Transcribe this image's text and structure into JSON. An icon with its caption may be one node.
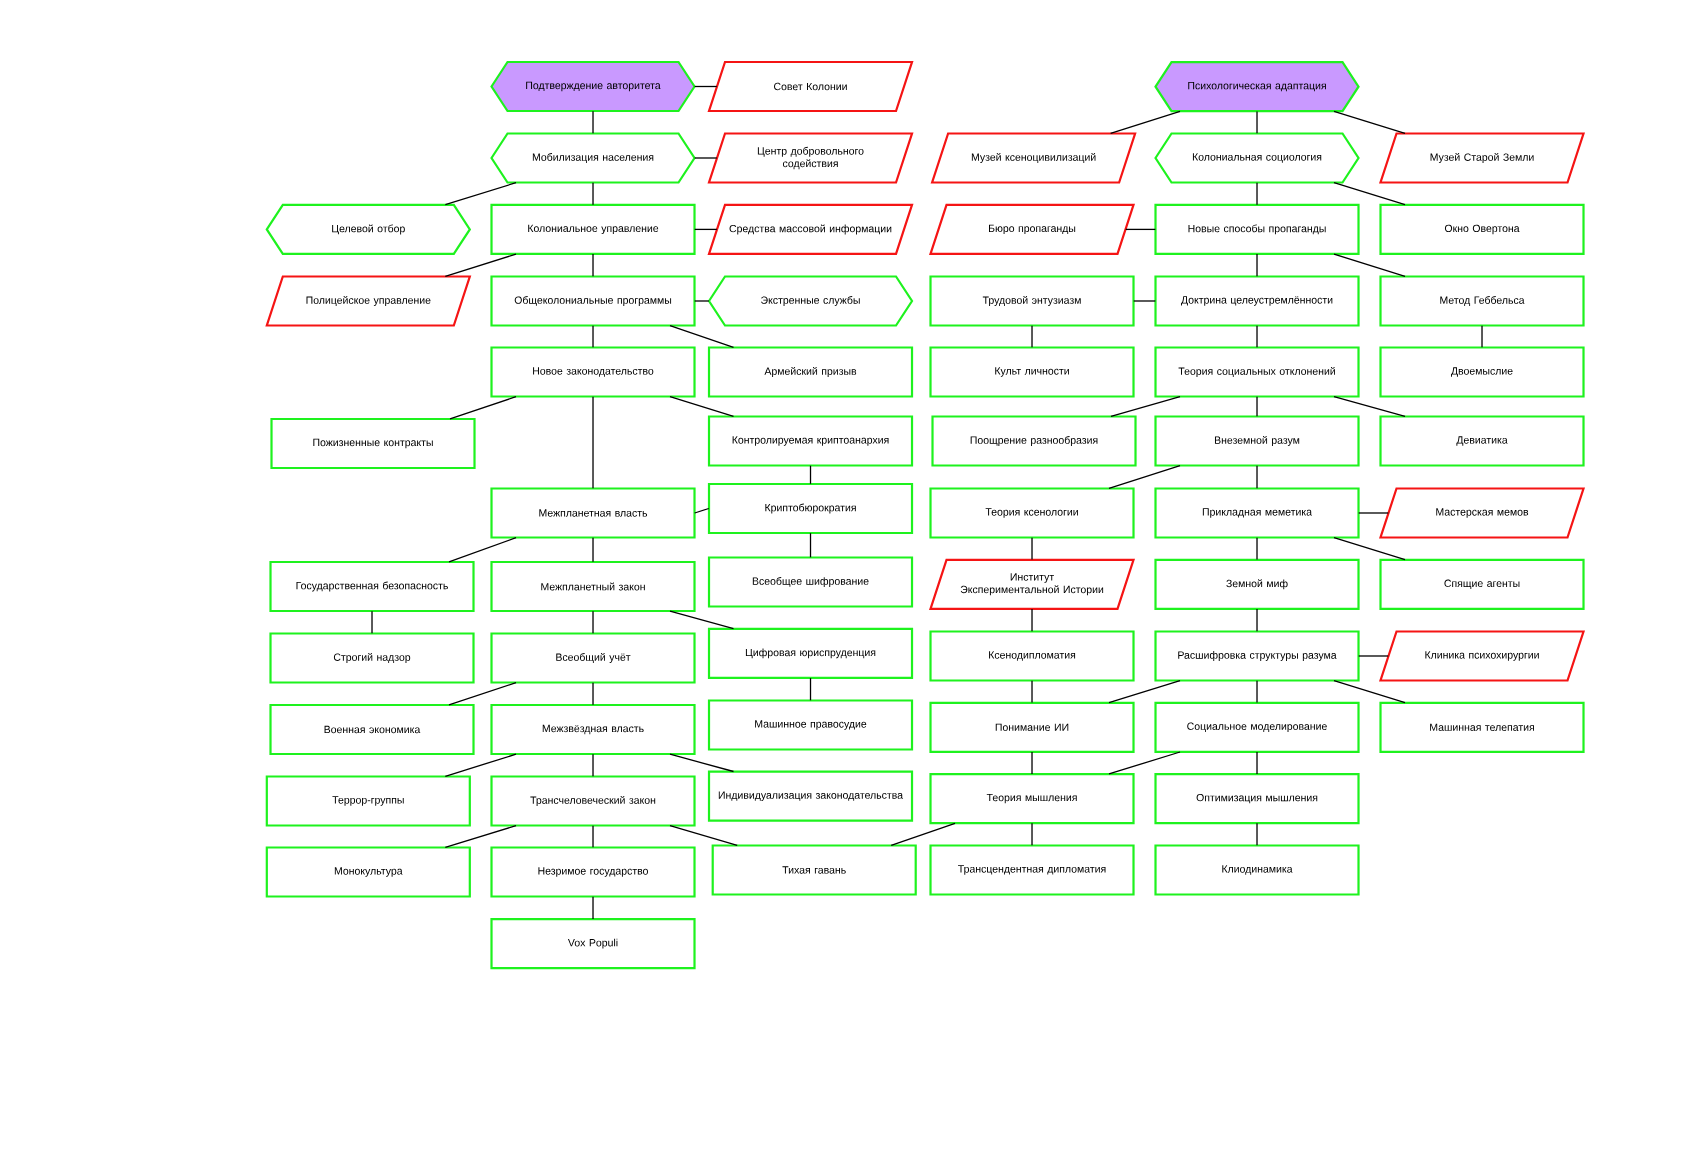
{
  "diagram": {
    "nodes": [
      {
        "text": [
          "Подтверждение авторитета"
        ]
      },
      {
        "text": [
          "Совет Колонии"
        ]
      },
      {
        "text": [
          "Мобилизация населения"
        ]
      },
      {
        "text": [
          "Центр добровольного содействия"
        ]
      },
      {
        "text": [
          "Целевой отбор"
        ]
      },
      {
        "text": [
          "Колониальное управление"
        ]
      },
      {
        "text": [
          "Средства массовой информации"
        ]
      },
      {
        "text": [
          "Полицейское управление"
        ]
      },
      {
        "text": [
          "Общеколониальные программы"
        ]
      },
      {
        "text": [
          "Экстренные службы"
        ]
      },
      {
        "text": [
          "Новое законодательство"
        ]
      },
      {
        "text": [
          "Армейский призыв"
        ]
      },
      {
        "text": [
          "Пожизненные контракты"
        ]
      },
      {
        "text": [
          "Контролируемая криптоанархия"
        ]
      },
      {
        "text": [
          "Межпланетная власть"
        ]
      },
      {
        "text": [
          "Криптобюрократия"
        ]
      },
      {
        "text": [
          "Государственная безопасность"
        ]
      },
      {
        "text": [
          "Межпланетный закон"
        ]
      },
      {
        "text": [
          "Всеобщее шифрование"
        ]
      },
      {
        "text": [
          "Строгий надзор"
        ]
      },
      {
        "text": [
          "Всеобщий учёт"
        ]
      },
      {
        "text": [
          "Цифровая юриспруденция"
        ]
      },
      {
        "text": [
          "Военная экономика"
        ]
      },
      {
        "text": [
          "Межзвёздная власть"
        ]
      },
      {
        "text": [
          "Машинное правосудие"
        ]
      },
      {
        "text": [
          "Террор-группы"
        ]
      },
      {
        "text": [
          "Трансчеловеческий закон"
        ]
      },
      {
        "text": [
          "Индивидуализация законодательства"
        ]
      },
      {
        "text": [
          "Монокультура"
        ]
      },
      {
        "text": [
          "Незримое государство"
        ]
      },
      {
        "text": [
          "Тихая гавань"
        ]
      },
      {
        "text": [
          "Vox Populi"
        ]
      },
      {
        "text": [
          "Психологическая адаптация"
        ]
      },
      {
        "text": [
          "Музей ксеноцивилизаций"
        ]
      },
      {
        "text": [
          "Колониальная социология"
        ]
      },
      {
        "text": [
          "Музей Старой Земли"
        ]
      },
      {
        "text": [
          "Бюро пропаганды"
        ]
      },
      {
        "text": [
          "Новые способы пропаганды"
        ]
      },
      {
        "text": [
          "Окно Овертона"
        ]
      },
      {
        "text": [
          "Трудовой энтузиазм"
        ]
      },
      {
        "text": [
          "Доктрина целеустремлённости"
        ]
      },
      {
        "text": [
          "Метод Геббельса"
        ]
      },
      {
        "text": [
          "Культ личности"
        ]
      },
      {
        "text": [
          "Теория социальных отклонений"
        ]
      },
      {
        "text": [
          "Двоемыслие"
        ]
      },
      {
        "text": [
          "Поощрение разнообразия"
        ]
      },
      {
        "text": [
          "Внеземной разум"
        ]
      },
      {
        "text": [
          "Девиатика"
        ]
      },
      {
        "text": [
          "Теория ксенологии"
        ]
      },
      {
        "text": [
          "Прикладная меметика"
        ]
      },
      {
        "text": [
          "Мастерская мемов"
        ]
      },
      {
        "text": [
          "Институт Экспериментальной Истории"
        ]
      },
      {
        "text": [
          "Земной миф"
        ]
      },
      {
        "text": [
          "Спящие агенты"
        ]
      },
      {
        "text": [
          "Ксенодипломатия"
        ]
      },
      {
        "text": [
          "Расшифровка структуры разума"
        ]
      },
      {
        "text": [
          "Клиника психохирургии"
        ]
      },
      {
        "text": [
          "Понимание ИИ"
        ]
      },
      {
        "text": [
          "Социальное моделирование"
        ]
      },
      {
        "text": [
          "Машинная телепатия"
        ]
      },
      {
        "text": [
          "Теория мышления"
        ]
      },
      {
        "text": [
          "Оптимизация мышления"
        ]
      },
      {
        "text": [
          "Трансцендентная дипломатия"
        ]
      },
      {
        "text": [
          "Клиодинамика"
        ]
      }
    ],
    "edges": [
      {
        "from": 0,
        "to": 1,
        "arrow": "none"
      },
      {
        "from": 0,
        "to": 2,
        "arrow": "none"
      },
      {
        "from": 2,
        "to": 3,
        "arrow": "none"
      },
      {
        "from": 2,
        "to": 4,
        "arrow": "none"
      },
      {
        "from": 2,
        "to": 5,
        "arrow": "none"
      },
      {
        "from": 5,
        "to": 6,
        "arrow": "none"
      },
      {
        "from": 5,
        "to": 7,
        "arrow": "none"
      },
      {
        "from": 5,
        "to": 8,
        "arrow": "none"
      },
      {
        "from": 8,
        "to": 9,
        "arrow": "none"
      },
      {
        "from": 8,
        "to": 10,
        "arrow": "none"
      },
      {
        "from": 8,
        "to": 11,
        "arrow": "none"
      },
      {
        "from": 10,
        "to": 12,
        "arrow": "none"
      },
      {
        "from": 10,
        "to": 13,
        "arrow": "none"
      },
      {
        "from": 10,
        "to": 14,
        "arrow": "none"
      },
      {
        "from": 13,
        "to": 15,
        "arrow": "none"
      },
      {
        "from": 14,
        "to": 15,
        "arrow": "none"
      },
      {
        "from": 14,
        "to": 16,
        "arrow": "none"
      },
      {
        "from": 14,
        "to": 17,
        "arrow": "none"
      },
      {
        "from": 15,
        "to": 18,
        "arrow": "none"
      },
      {
        "from": 16,
        "to": 19,
        "arrow": "none"
      },
      {
        "from": 17,
        "to": 20,
        "arrow": "none"
      },
      {
        "from": 17,
        "to": 21,
        "arrow": "none"
      },
      {
        "from": 21,
        "to": 24,
        "arrow": "none"
      },
      {
        "from": 20,
        "to": 22,
        "arrow": "none"
      },
      {
        "from": 20,
        "to": 23,
        "arrow": "none"
      },
      {
        "from": 23,
        "to": 25,
        "arrow": "none"
      },
      {
        "from": 23,
        "to": 26,
        "arrow": "none"
      },
      {
        "from": 23,
        "to": 27,
        "arrow": "none"
      },
      {
        "from": 26,
        "to": 28,
        "arrow": "none"
      },
      {
        "from": 26,
        "to": 29,
        "arrow": "none"
      },
      {
        "from": 26,
        "to": 30,
        "arrow": "none"
      },
      {
        "from": 29,
        "to": 31,
        "arrow": "none"
      },
      {
        "from": 32,
        "to": 33,
        "arrow": "none"
      },
      {
        "from": 32,
        "to": 34,
        "arrow": "none"
      },
      {
        "from": 32,
        "to": 35,
        "arrow": "none"
      },
      {
        "from": 34,
        "to": 37,
        "arrow": "none"
      },
      {
        "from": 34,
        "to": 38,
        "arrow": "none"
      },
      {
        "from": 37,
        "to": 36,
        "arrow": "none"
      },
      {
        "from": 37,
        "to": 40,
        "arrow": "none"
      },
      {
        "from": 37,
        "to": 41,
        "arrow": "none"
      },
      {
        "from": 40,
        "to": 39,
        "arrow": "none"
      },
      {
        "from": 39,
        "to": 42,
        "arrow": "none"
      },
      {
        "from": 41,
        "to": 44,
        "arrow": "none"
      },
      {
        "from": 40,
        "to": 43,
        "arrow": "none"
      },
      {
        "from": 43,
        "to": 45,
        "arrow": "none"
      },
      {
        "from": 43,
        "to": 46,
        "arrow": "none"
      },
      {
        "from": 43,
        "to": 47,
        "arrow": "none"
      },
      {
        "from": 46,
        "to": 48,
        "arrow": "none"
      },
      {
        "from": 46,
        "to": 49,
        "arrow": "none"
      },
      {
        "from": 49,
        "to": 50,
        "arrow": "none"
      },
      {
        "from": 49,
        "to": 52,
        "arrow": "none"
      },
      {
        "from": 49,
        "to": 53,
        "arrow": "none"
      },
      {
        "from": 48,
        "to": 51,
        "arrow": "none"
      },
      {
        "from": 51,
        "to": 54,
        "arrow": "none"
      },
      {
        "from": 52,
        "to": 55,
        "arrow": "none"
      },
      {
        "from": 55,
        "to": 56,
        "arrow": "none"
      },
      {
        "from": 55,
        "to": 57,
        "arrow": "none"
      },
      {
        "from": 55,
        "to": 58,
        "arrow": "none"
      },
      {
        "from": 55,
        "to": 59,
        "arrow": "none"
      },
      {
        "from": 54,
        "to": 57,
        "arrow": "none"
      },
      {
        "from": 57,
        "to": 60,
        "arrow": "none"
      },
      {
        "from": 58,
        "to": 60,
        "arrow": "none"
      },
      {
        "from": 58,
        "to": 61,
        "arrow": "none"
      },
      {
        "from": 60,
        "to": 62,
        "arrow": "none"
      },
      {
        "from": 61,
        "to": 63,
        "arrow": "none"
      },
      {
        "from": 60,
        "to": 30,
        "arrow": "none"
      }
    ]
  }
}
